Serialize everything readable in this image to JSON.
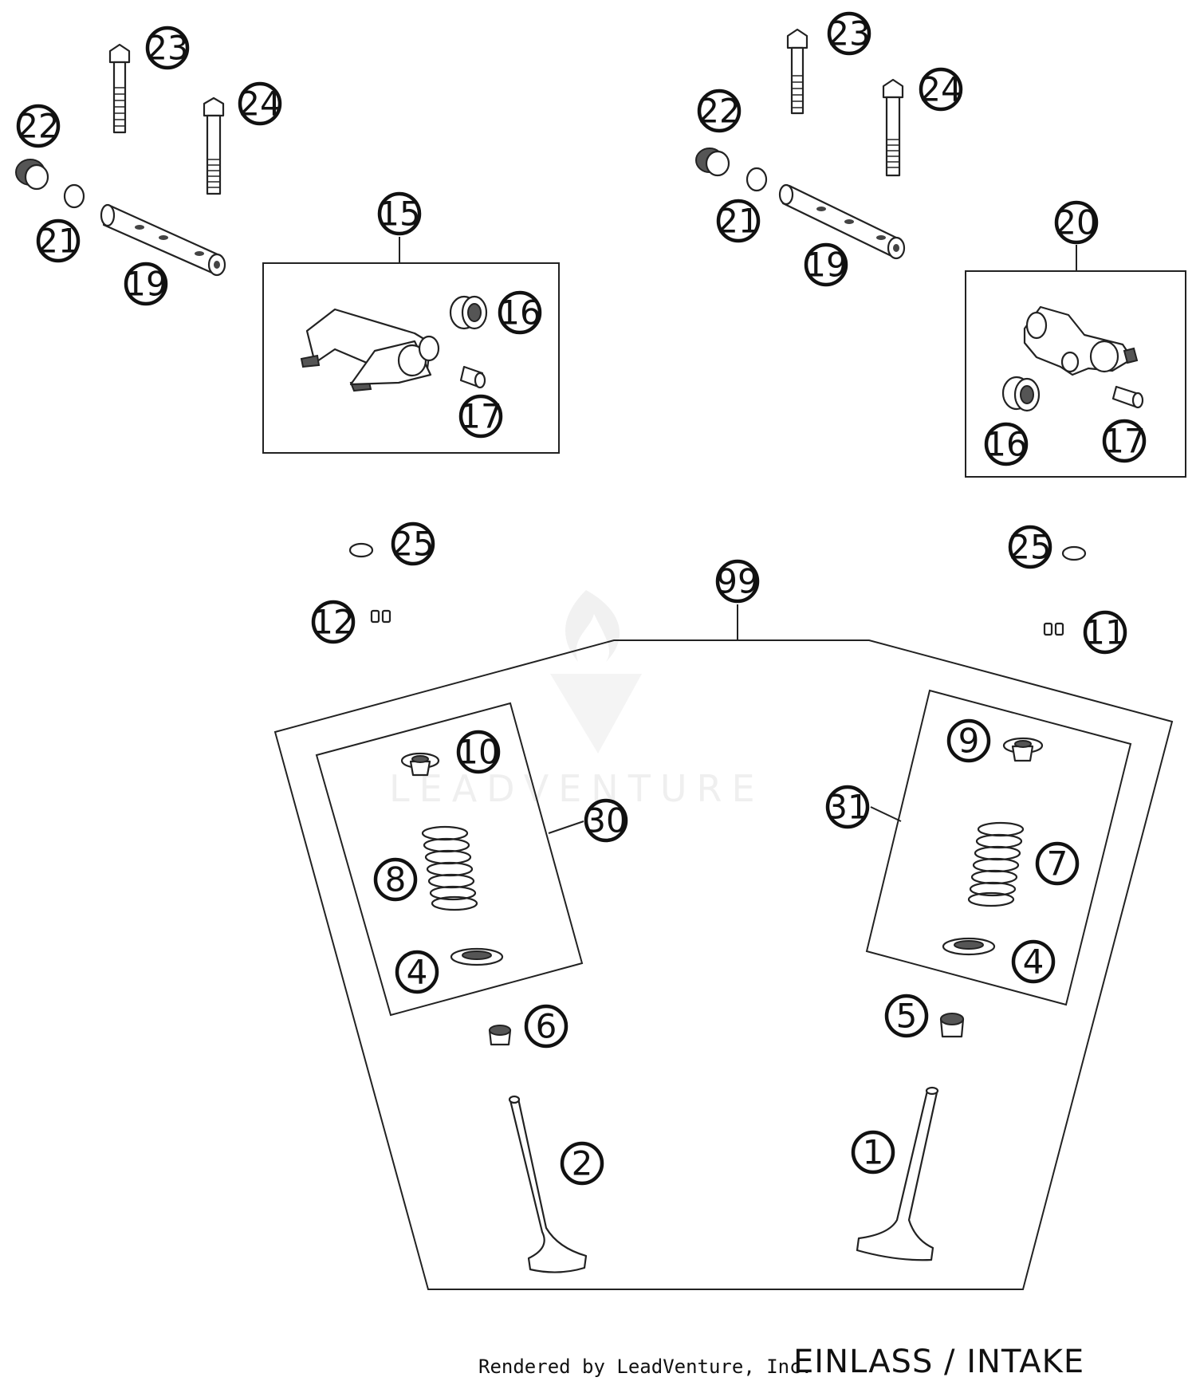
{
  "callouts": {
    "c1": "1",
    "c2": "2",
    "c4a": "4",
    "c4b": "4",
    "c5": "5",
    "c6": "6",
    "c7": "7",
    "c8": "8",
    "c9": "9",
    "c10": "10",
    "c11": "11",
    "c12": "12",
    "c15": "15",
    "c16a": "16",
    "c16b": "16",
    "c17a": "17",
    "c17b": "17",
    "c19a": "19",
    "c19b": "19",
    "c20": "20",
    "c21a": "21",
    "c21b": "21",
    "c22a": "22",
    "c22b": "22",
    "c23a": "23",
    "c23b": "23",
    "c24a": "24",
    "c24b": "24",
    "c25a": "25",
    "c25b": "25",
    "c30": "30",
    "c31": "31",
    "c99": "99"
  },
  "watermark": {
    "text": "LEADVENTURE"
  },
  "footer": {
    "rendered_by": "Rendered by LeadVenture, Inc.",
    "label": "EINLASS / INTAKE"
  }
}
